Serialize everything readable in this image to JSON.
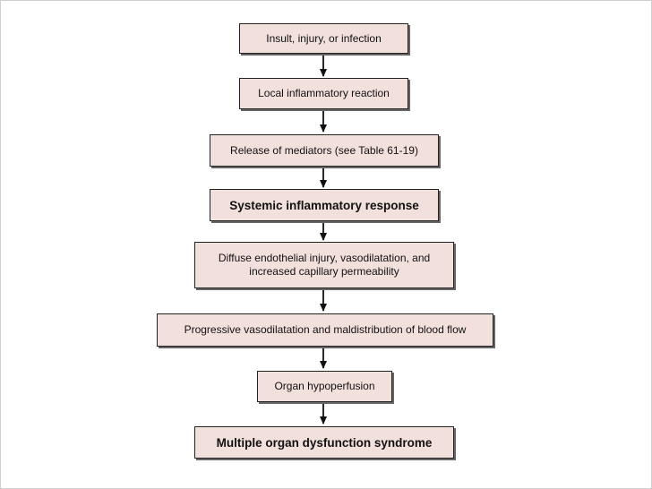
{
  "flowchart": {
    "steps": [
      "Insult, injury, or infection",
      "Local inflammatory reaction",
      "Release of mediators (see Table 61-19)",
      "Systemic inflammatory response",
      "Diffuse endothelial injury, vasodilatation, and increased capillary permeability",
      "Progressive vasodilatation and maldistribution of blood flow",
      "Organ hypoperfusion",
      "Multiple organ dysfunction syndrome"
    ],
    "colors": {
      "box_fill": "#f1e0dc",
      "border": "#222222",
      "arrow": "#111111"
    }
  }
}
